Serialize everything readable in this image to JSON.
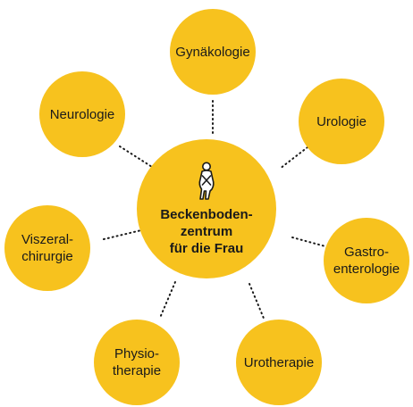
{
  "colors": {
    "circle_fill": "#F7C21E",
    "text": "#1a1a1a",
    "connector": "#1a1a1a"
  },
  "center": {
    "icon": "woman-figure-icon",
    "label": "Beckenboden-\nzentrum\nfür die Frau"
  },
  "satellites": [
    {
      "key": "gynaekologie",
      "label": "Gynäkologie"
    },
    {
      "key": "urologie",
      "label": "Urologie"
    },
    {
      "key": "gastroenterologie",
      "label": "Gastro-\nenterologie"
    },
    {
      "key": "urotherapie",
      "label": "Urotherapie"
    },
    {
      "key": "physiotherapie",
      "label": "Physio-\ntherapie"
    },
    {
      "key": "viszeralchirurgie",
      "label": "Viszeral-\nchirurgie"
    },
    {
      "key": "neurologie",
      "label": "Neurologie"
    }
  ]
}
